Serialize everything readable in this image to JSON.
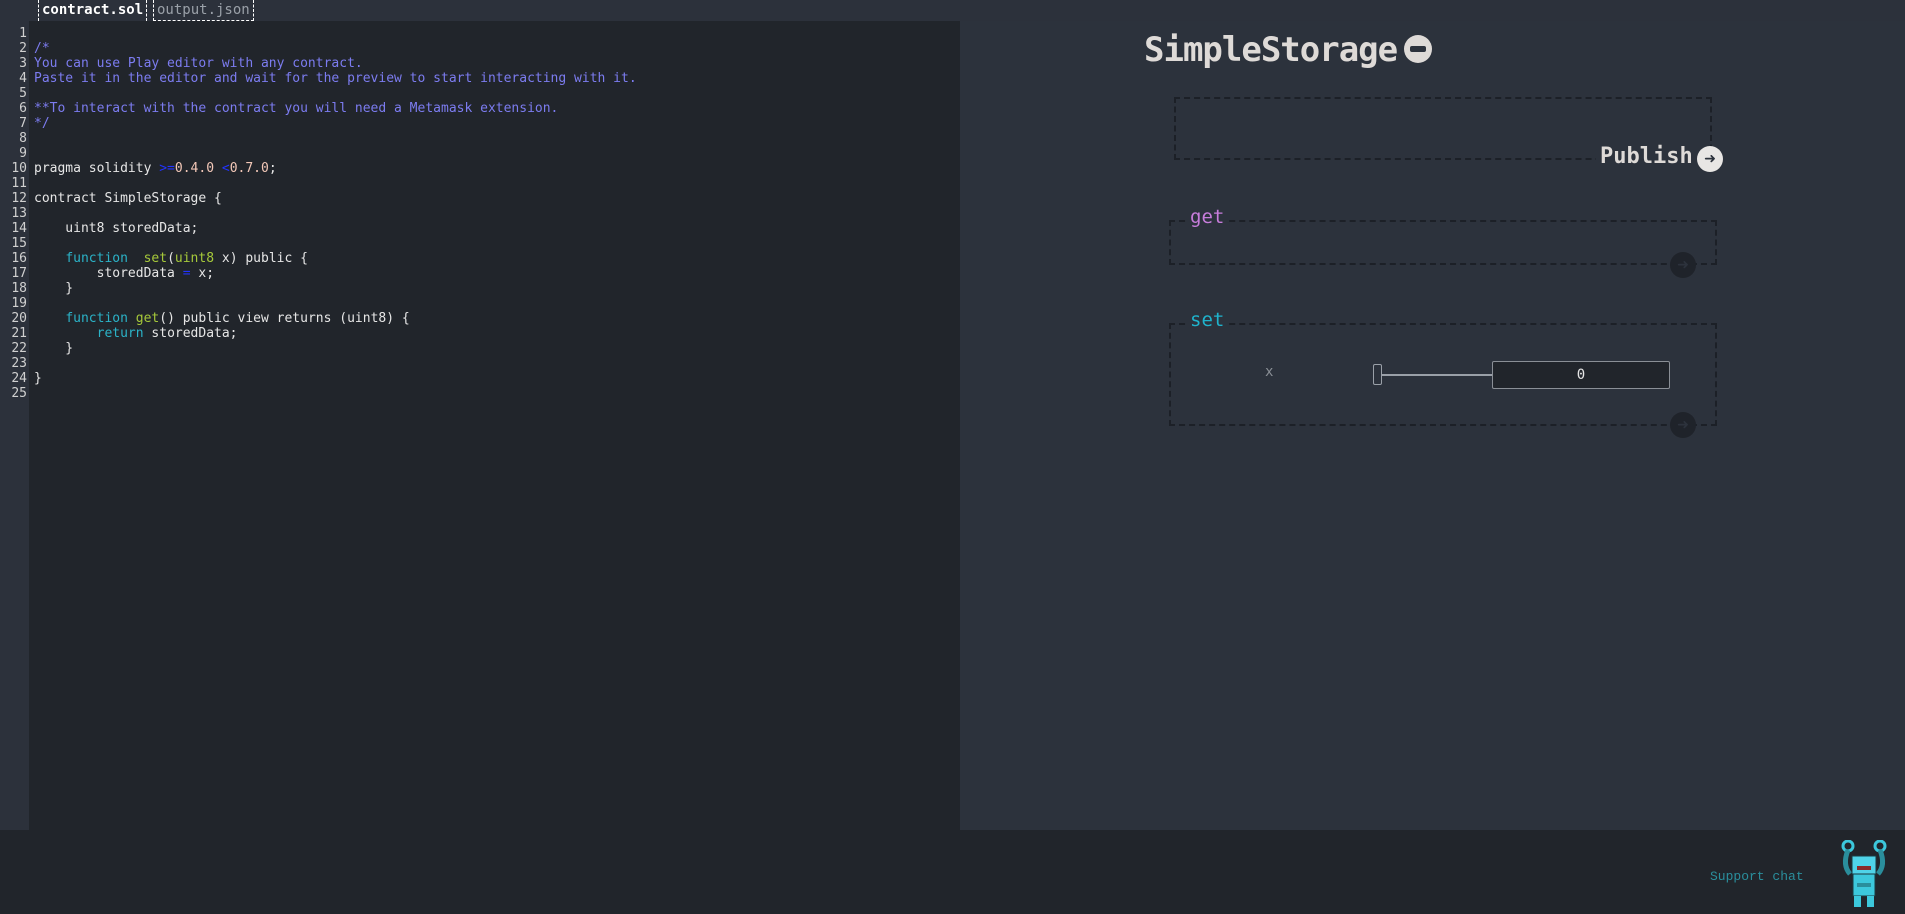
{
  "tabs": [
    {
      "label": "contract.sol",
      "active": true
    },
    {
      "label": "output.json",
      "active": false
    }
  ],
  "editor": {
    "lines": [
      [],
      [
        [
          "c-comment",
          "/*"
        ]
      ],
      [
        [
          "c-comment",
          "You can use Play editor with any contract."
        ]
      ],
      [
        [
          "c-comment",
          "Paste it in the editor and wait for the preview to start interacting with it."
        ]
      ],
      [],
      [
        [
          "c-comment",
          "**To interact with the contract you will need a Metamask extension."
        ]
      ],
      [
        [
          "c-comment",
          "*/"
        ]
      ],
      [],
      [],
      [
        [
          "",
          "pragma solidity "
        ],
        [
          "c-op",
          ">="
        ],
        [
          "c-num",
          "0.4.0"
        ],
        [
          "c-op",
          " <"
        ],
        [
          "c-num",
          "0.7.0"
        ],
        [
          "",
          ";"
        ]
      ],
      [],
      [
        [
          "",
          "contract SimpleStorage {"
        ]
      ],
      [],
      [
        [
          "",
          "    uint8 storedData;"
        ]
      ],
      [],
      [
        [
          "",
          "    "
        ],
        [
          "c-kw",
          "function"
        ],
        [
          "",
          "  "
        ],
        [
          "c-fn",
          "set"
        ],
        [
          "",
          "("
        ],
        [
          "c-fn",
          "uint8"
        ],
        [
          "",
          " x) public {"
        ]
      ],
      [
        [
          "",
          "        storedData "
        ],
        [
          "c-op",
          "="
        ],
        [
          "",
          " x;"
        ]
      ],
      [
        [
          "",
          "    }"
        ]
      ],
      [],
      [
        [
          "",
          "    "
        ],
        [
          "c-kw",
          "function"
        ],
        [
          "",
          " "
        ],
        [
          "c-fn",
          "get"
        ],
        [
          "",
          "() public view returns (uint8) {"
        ]
      ],
      [
        [
          "",
          "        "
        ],
        [
          "c-kw",
          "return"
        ],
        [
          "",
          " storedData;"
        ]
      ],
      [
        [
          "",
          "    }"
        ]
      ],
      [],
      [
        [
          "",
          "}"
        ]
      ],
      []
    ]
  },
  "preview": {
    "title": "SimpleStorage",
    "publish_label": "Publish",
    "functions": [
      {
        "name": "get",
        "color": "#c77ddb"
      },
      {
        "name": "set",
        "color": "#1fb3cc",
        "param": {
          "label": "x",
          "value": "0",
          "slider_fraction": 0
        }
      }
    ]
  },
  "footer": {
    "support_label": "Support chat"
  },
  "icons": {
    "collapse": "minus-circle-icon",
    "submit": "arrow-right-circle-icon",
    "mascot": "robot-icon"
  }
}
